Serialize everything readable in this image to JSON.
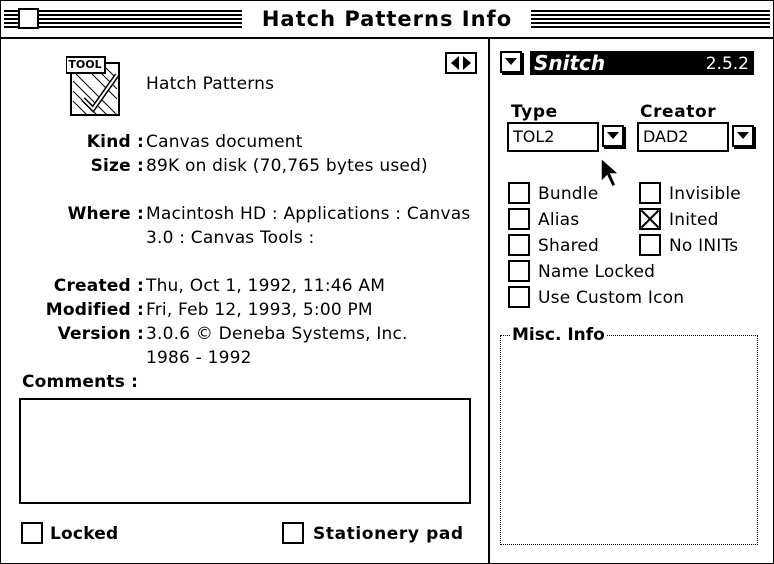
{
  "window": {
    "title": "Hatch Patterns Info"
  },
  "file": {
    "icon_label": "TOOL",
    "name": "Hatch Patterns",
    "kind_label": "Kind :",
    "kind": "Canvas document",
    "size_label": "Size :",
    "size": "89K on disk (70,765 bytes used)",
    "where_label": "Where :",
    "where_line1": "Macintosh HD : Applications : Canvas",
    "where_line2": "3.0 : Canvas Tools :",
    "created_label": "Created :",
    "created": "Thu, Oct 1, 1992, 11:46 AM",
    "modified_label": "Modified :",
    "modified": "Fri, Feb 12, 1993, 5:00 PM",
    "version_label": "Version :",
    "version_line1": "3.0.6 © Deneba Systems, Inc.",
    "version_line2": "1986 - 1992",
    "comments_label": "Comments :",
    "comments_value": ""
  },
  "options": {
    "locked_label": "Locked",
    "locked_checked": false,
    "stationery_label": "Stationery pad",
    "stationery_checked": false
  },
  "snitch": {
    "name": "Snitch",
    "version": "2.5.2",
    "type_label": "Type",
    "type_value": "TOL2",
    "creator_label": "Creator",
    "creator_value": "DAD2",
    "flags": [
      {
        "label": "Bundle",
        "checked": false
      },
      {
        "label": "Alias",
        "checked": false
      },
      {
        "label": "Shared",
        "checked": false
      },
      {
        "label": "Name Locked",
        "checked": false
      },
      {
        "label": "Use Custom Icon",
        "checked": false
      },
      {
        "label": "Invisible",
        "checked": false
      },
      {
        "label": "Inited",
        "checked": true
      },
      {
        "label": "No INITs",
        "checked": false
      }
    ],
    "misc_label": "Misc. Info"
  },
  "icons": [
    "close-box-icon",
    "tool-document-icon",
    "left-right-arrows-icon",
    "popup-triangle-icon",
    "arrow-cursor-icon"
  ]
}
